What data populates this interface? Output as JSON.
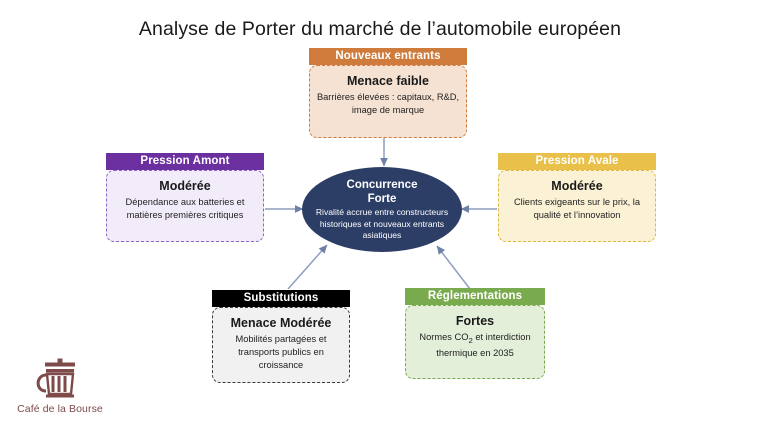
{
  "slide": {
    "title": "Analyse de Porter du marché de l’automobile européen",
    "background_color": "#ffffff"
  },
  "center": {
    "title_line1": "Concurrence",
    "title_line2": "Forte",
    "description": "Rivalité accrue entre constructeurs  historiques et nouveaux entrants asiatiques",
    "fill_color": "#2C3E66",
    "text_color": "#ffffff"
  },
  "forces": [
    {
      "id": "entrants",
      "header": "Nouveaux entrants",
      "level": "Menace faible",
      "description": "Barrières élevées : capitaux, R&D, image de marque",
      "header_color": "#CE7B3C",
      "body_color": "#F6E2D2",
      "border_color": "#CE7B3C"
    },
    {
      "id": "amont",
      "header": "Pression Amont",
      "level": "Modérée",
      "description": "Dépendance aux batteries et matières premières critiques",
      "header_color": "#6B2FA0",
      "body_color": "#F2ECFA",
      "border_color": "#8E62C4"
    },
    {
      "id": "avale",
      "header": "Pression Avale",
      "level": "Modérée",
      "description": "Clients exigeants sur le prix, la qualité et l’innovation",
      "header_color": "#E8C04A",
      "body_color": "#FBF2D5",
      "border_color": "#E0B73F"
    },
    {
      "id": "substitutions",
      "header": "Substitutions",
      "level": "Menace Modérée",
      "description": "Mobilités partagées et transports publics en croissance",
      "header_color": "#000000",
      "body_color": "#F1F1F1",
      "border_color": "#3a3a3a"
    },
    {
      "id": "reglementations",
      "header": "Réglementations",
      "level": "Fortes",
      "description_prefix": "Normes CO",
      "description_sub": "2",
      "description_suffix": " et interdiction thermique en 2035",
      "description": "Normes CO2 et interdiction thermique en 2035",
      "header_color": "#79AB4E",
      "body_color": "#E4EFDA",
      "border_color": "#79AB4E"
    }
  ],
  "arrows": {
    "color": "#7A8AAE",
    "count": 5,
    "direction": "inward-to-center"
  },
  "logo": {
    "name": "Café de la Bourse",
    "mark": "coffee-cup-icon",
    "color": "#7E4A4A"
  }
}
